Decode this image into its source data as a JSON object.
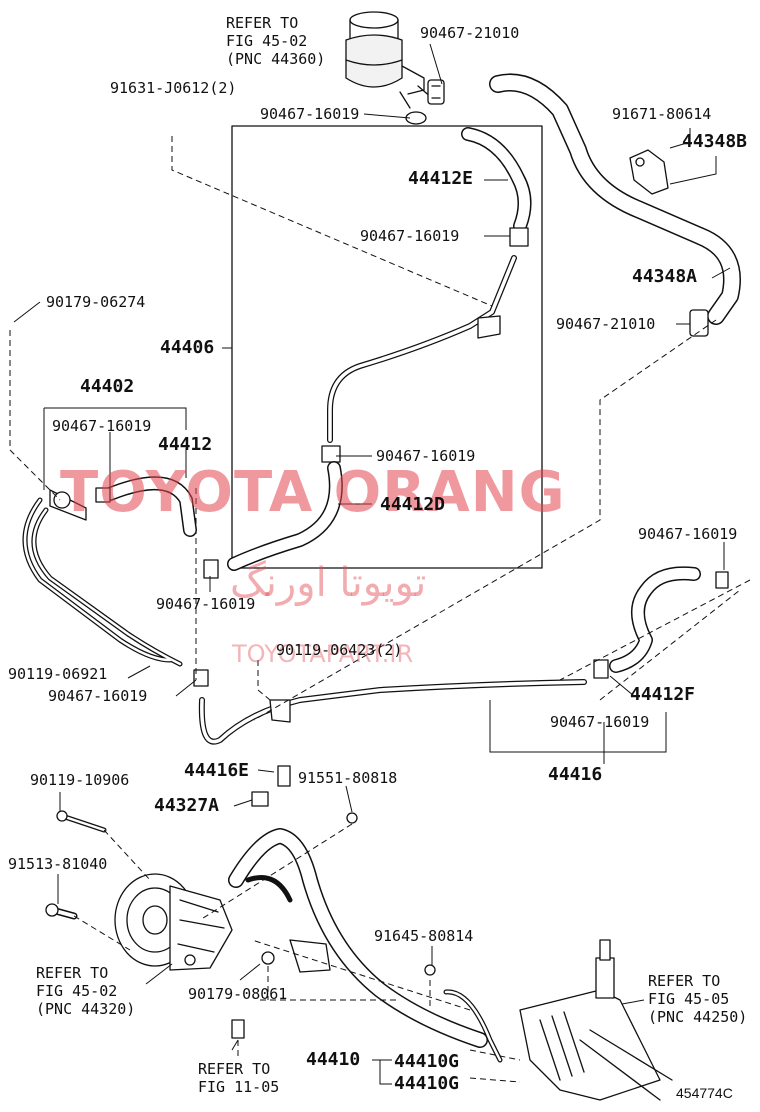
{
  "watermark": {
    "brand": "TOYOTA ORANG",
    "persian": "تویوتا اورنگ",
    "site": "TOYOTAPART.IR"
  },
  "references": {
    "reservoir": [
      "REFER TO",
      "FIG 45-02",
      "(PNC 44360)"
    ],
    "pump": [
      "REFER TO",
      "FIG 45-02",
      "(PNC 44320)"
    ],
    "gear": [
      "REFER TO",
      "FIG 45-05",
      "(PNC 44250)"
    ],
    "fig11": [
      "REFER TO",
      "FIG 11-05"
    ]
  },
  "labels": {
    "p9046721010_top": "90467-21010",
    "p91631J0612": "91631-J0612(2)",
    "p9046716019_top": "90467-16019",
    "p9167180614": "91671-80614",
    "p44348B": "44348B",
    "p44412E": "44412E",
    "p9046716019_box1": "90467-16019",
    "p44348A": "44348A",
    "p9017906274": "90179-06274",
    "p9046721010_right": "90467-21010",
    "p44406": "44406",
    "p44402": "44402",
    "p9046716019_left": "90467-16019",
    "p44412": "44412",
    "p9046716019_box2": "90467-16019",
    "p44412D": "44412D",
    "p9046716019_rightmid": "90467-16019",
    "p9046716019_mid": "90467-16019",
    "p9011906423": "90119-06423(2)",
    "p9011906921": "90119-06921",
    "p9046716019_lower": "90467-16019",
    "p44412F": "44412F",
    "p9046716019_right2": "90467-16019",
    "p9011910906": "90119-10906",
    "p44416E": "44416E",
    "p9155180818": "91551-80818",
    "p44416": "44416",
    "p44327A": "44327A",
    "p9151381040": "91513-81040",
    "p9164580814": "91645-80814",
    "p9017908061": "90179-08061",
    "p44410": "44410",
    "p44410G_1": "44410G",
    "p44410G_2": "44410G"
  },
  "illustration_code": "454774C"
}
